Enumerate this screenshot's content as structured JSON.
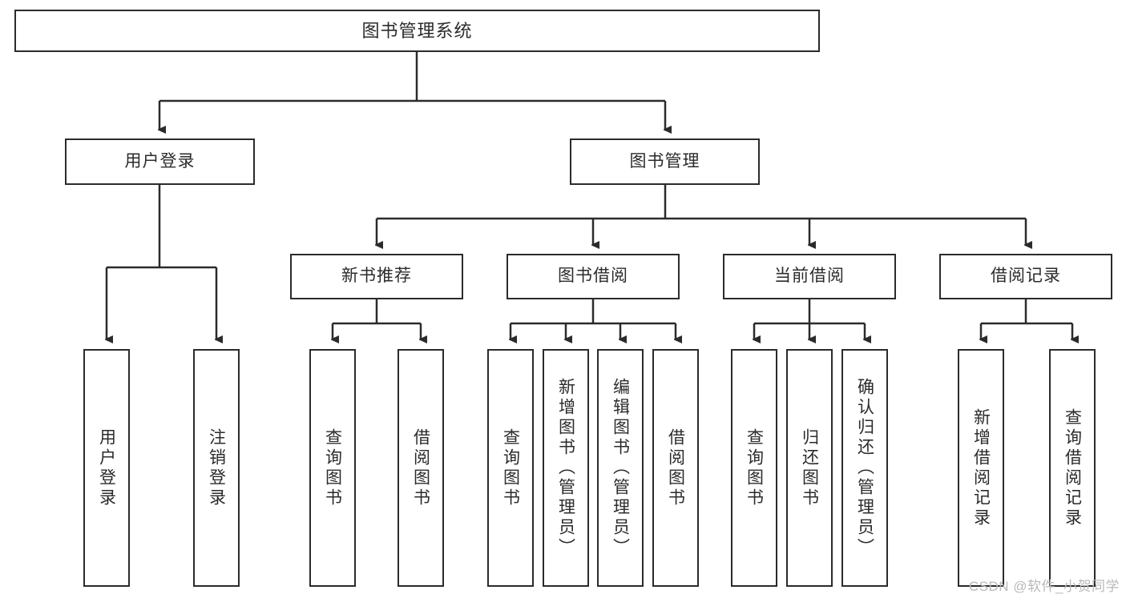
{
  "diagram": {
    "title": "图书管理系统",
    "accent_color": "#2b2b2b",
    "background_color": "#ffffff",
    "watermark": "CSDN @软件_小贺同学",
    "root": {
      "label": "图书管理系统"
    },
    "level2": [
      {
        "label": "用户登录"
      },
      {
        "label": "图书管理"
      }
    ],
    "level3": [
      {
        "label": "新书推荐"
      },
      {
        "label": "图书借阅"
      },
      {
        "label": "当前借阅"
      },
      {
        "label": "借阅记录"
      }
    ],
    "leaves": [
      {
        "label": "用户登录"
      },
      {
        "label": "注销登录"
      },
      {
        "label": "查询图书"
      },
      {
        "label": "借阅图书"
      },
      {
        "label": "查询图书"
      },
      {
        "label": "新增图书（管理员）"
      },
      {
        "label": "编辑图书（管理员）"
      },
      {
        "label": "借阅图书"
      },
      {
        "label": "查询图书"
      },
      {
        "label": "归还图书"
      },
      {
        "label": "确认归还（管理员）"
      },
      {
        "label": "新增借阅记录"
      },
      {
        "label": "查询借阅记录"
      }
    ]
  }
}
